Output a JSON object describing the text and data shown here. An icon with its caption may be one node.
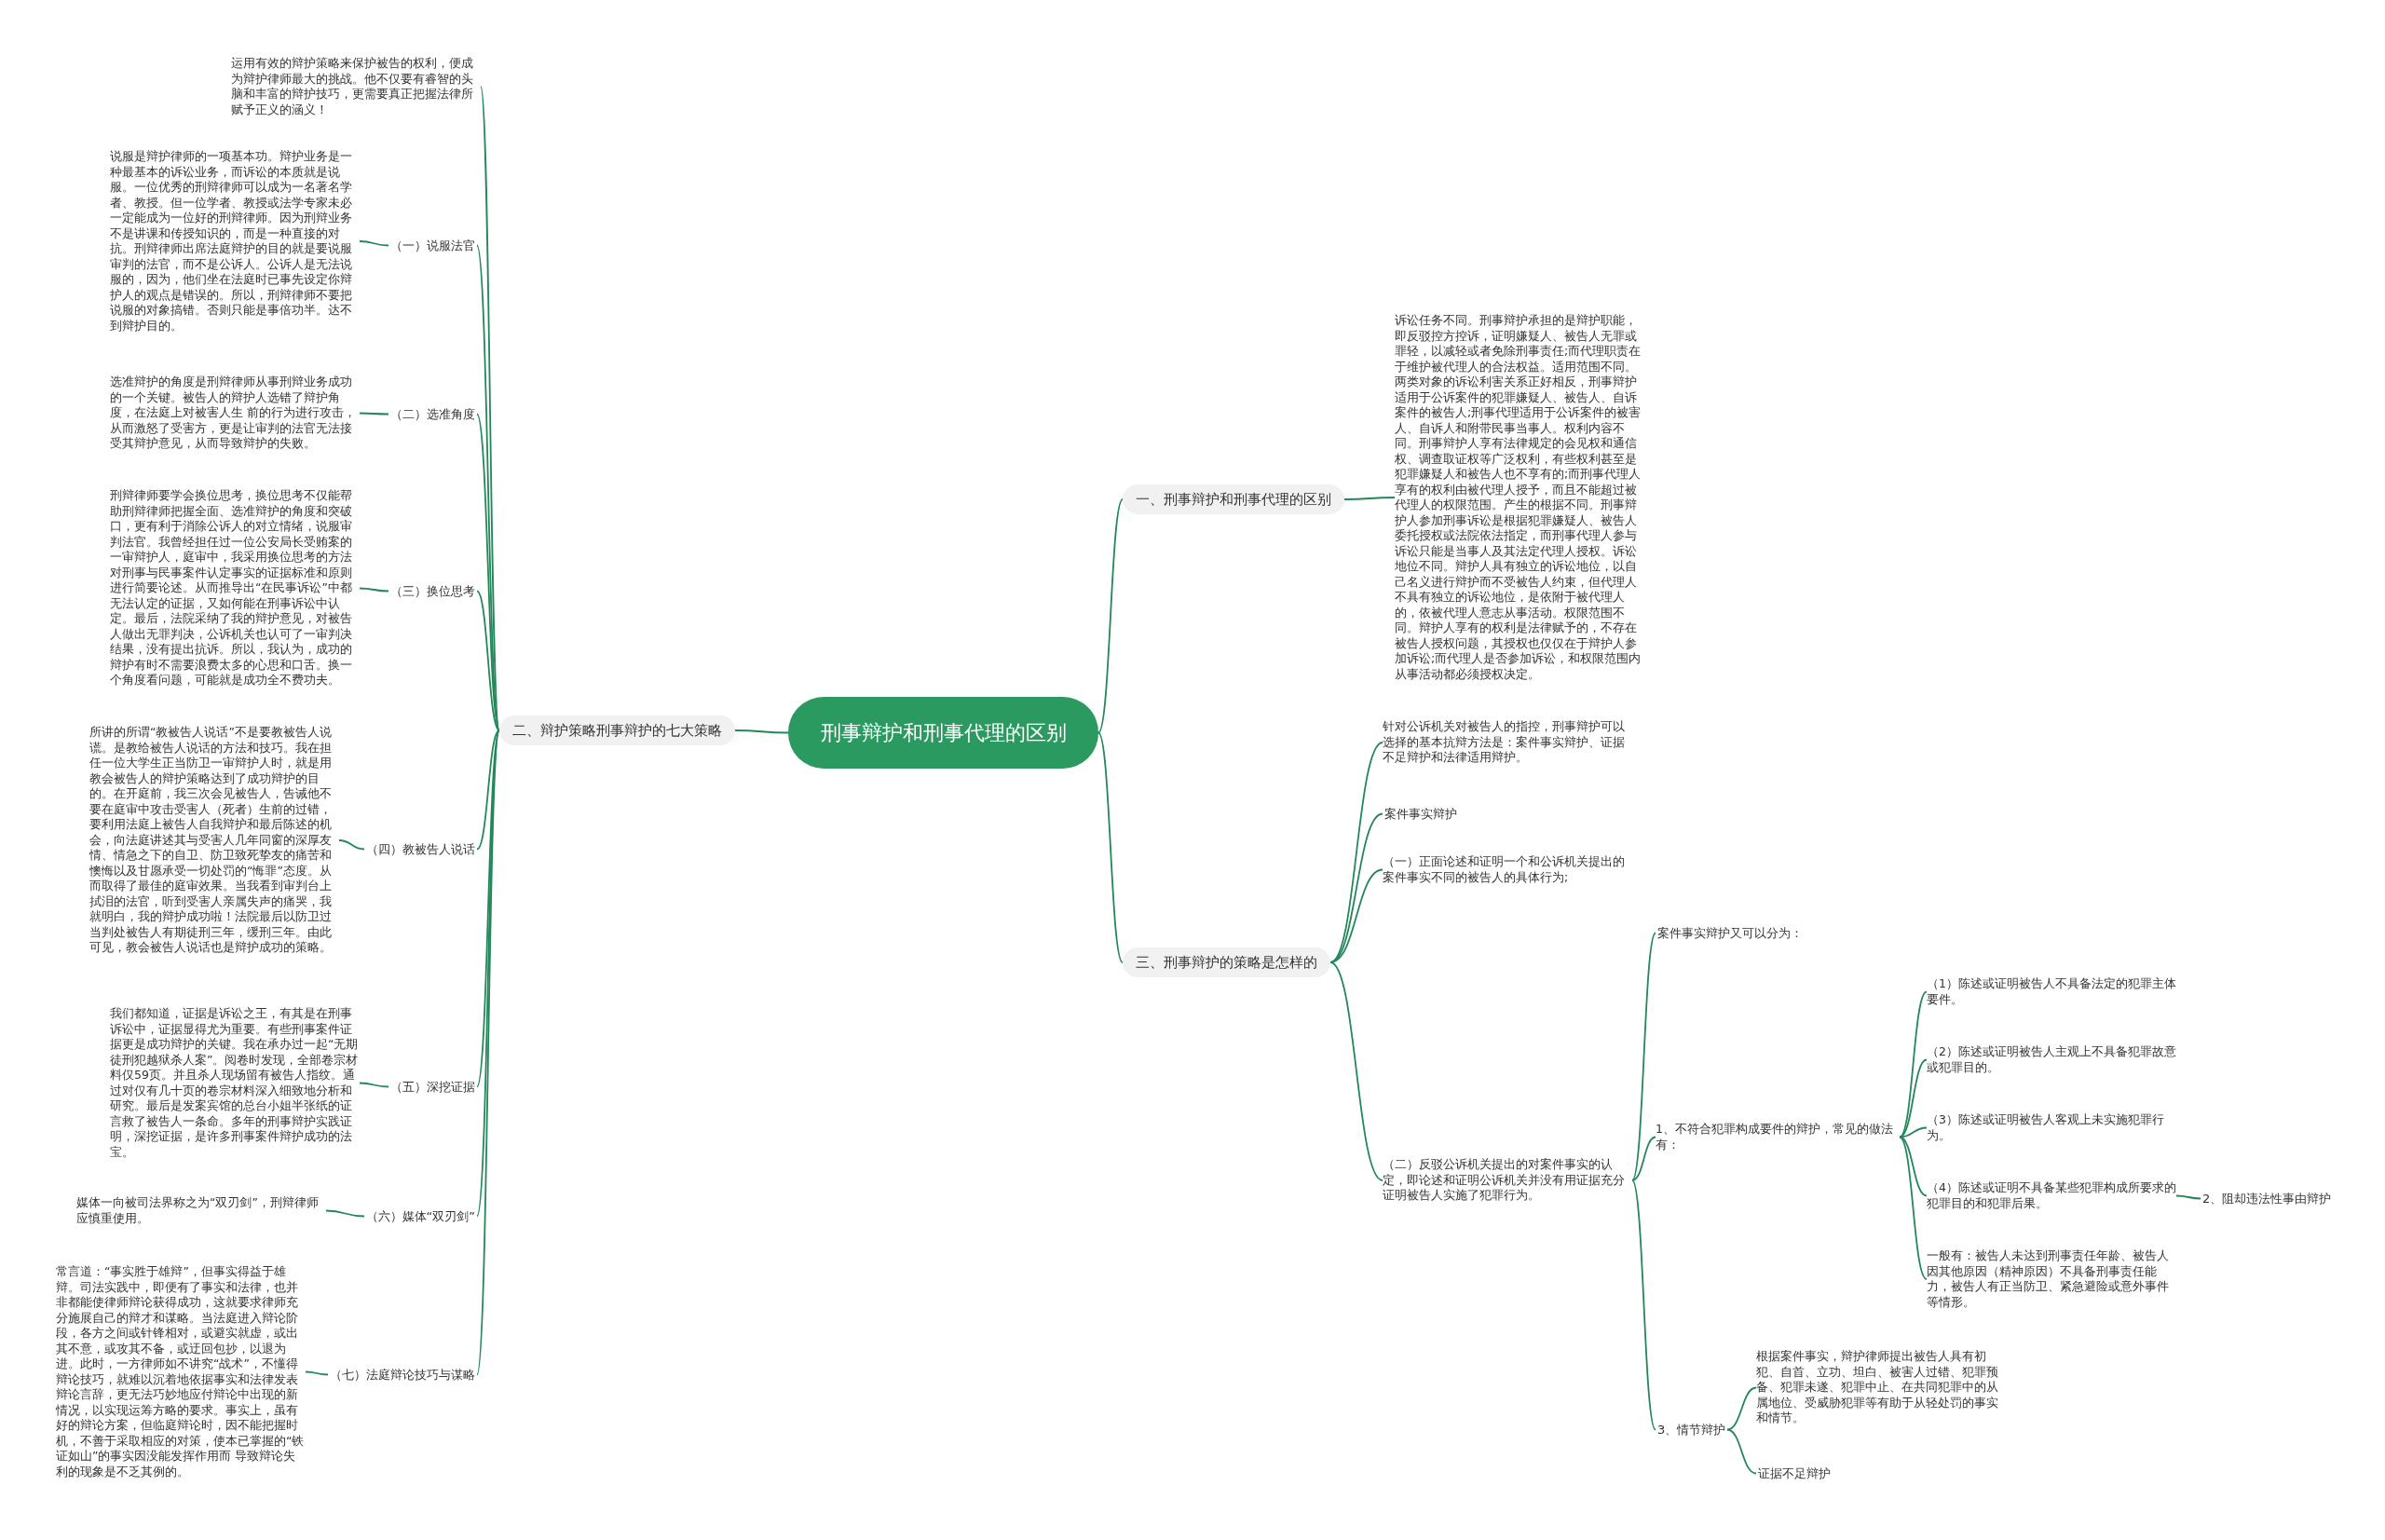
{
  "diagram": {
    "nodes": [
      {
        "text": [
          "刑事辩护和刑事代理的区别"
        ]
      },
      {
        "text": [
          "二、辩护策略刑事辩护的七大策略"
        ]
      },
      {
        "text": [
          "运用有效的辩护策略来保护被告的权利，便成为辩护律师最大的挑战。他不仅要有睿智的头脑和丰富的辩护技巧，更需要真正把握法律所赋予正义的涵义！"
        ]
      },
      {
        "text": [
          "（一）说服法官"
        ]
      },
      {
        "text": [
          "说服是辩护律师的一项基本功。辩护业务是一种最基本的诉讼业务，而诉讼的本质就是说服。一位优秀的刑辩律师可以成为一名著名学者、教授。但一位学者、教授或法学专家未必一定能成为一位好的刑辩律师。因为刑辩业务不是讲课和传授知识的，而是一种直接的对抗。刑辩律师出席法庭辩护的目的就是要说服审判的法官，而不是公诉人。公诉人是无法说服的，因为，他们坐在法庭时已事先设定你辩护人的观点是错误的。所以，刑辩律师不要把说服的对象搞错。否则只能是事倍功半。达不到辩护目的。"
        ]
      },
      {
        "text": [
          "（二）选准角度"
        ]
      },
      {
        "text": [
          "选准辩护的角度是刑辩律师从事刑辩业务成功的一个关键。被告人的辩护人选错了辩护角度，在法庭上对被害人生 前的行为进行攻击，从而激怒了受害方，更是让审判的法官无法接受其辩护意见，从而导致辩护的失败。"
        ]
      },
      {
        "text": [
          "（三）换位思考"
        ]
      },
      {
        "text": [
          "刑辩律师要学会换位思考，换位思考不仅能帮助刑辩律师把握全面、选准辩护的角度和突破口，更有利于消除公诉人的对立情绪，说服审判法官。我曾经担任过一位公安局长受贿案的一审辩护人，庭审中，我采用换位思考的方法对刑事与民事案件认定事实的证据标准和原则进行简要论述。从而推导出“在民事诉讼”中都无法认定的证据，又如何能在刑事诉讼中认定。最后，法院采纳了我的辩护意见，对被告人做出无罪判决，公诉机关也认可了一审判决结果，没有提出抗诉。所以，我认为，成功的辩护有时不需要浪费太多的心思和口舌。换一个角度看问题，可能就是成功全不费功夫。"
        ]
      },
      {
        "text": [
          "（四）教被告人说话"
        ]
      },
      {
        "text": [
          "所讲的所谓“教被告人说话”不是要教被告人说谎。是教给被告人说话的方法和技巧。我在担任一位大学生正当防卫一审辩护人时，就是用教会被告人的辩护策略达到了成功辩护的目的。在开庭前，我三次会见被告人，告诫他不要在庭审中攻击受害人（死者）生前的过错，要利用法庭上被告人自我辩护和最后陈述的机会，向法庭讲述其与受害人几年同窗的深厚友情、情急之下的自卫、防卫致死挚友的痛苦和懊悔以及甘愿承受一切处罚的“悔罪”态度。从而取得了最佳的庭审效果。当我看到审判台上拭泪的法官，听到受害人亲属失声的痛哭，我就明白，我的辩护成功啦！法院最后以防卫过当判处被告人有期徒刑三年，缓刑三年。由此可见，教会被告人说话也是辩护成功的策略。"
        ]
      },
      {
        "text": [
          "（五）深挖证据"
        ]
      },
      {
        "text": [
          "我们都知道，证据是诉讼之王，有其是在刑事诉讼中，证据显得尤为重要。有些刑事案件证据更是成功辩护的关键。我在承办过一起“无期徒刑犯越狱杀人案”。阅卷时发现，全部卷宗材料仅59页。并且杀人现场留有被告人指纹。通过对仅有几十页的卷宗材料深入细致地分析和研究。最后是发案宾馆的总台小姐半张纸的证言救了被告人一条命。多年的刑事辩护实践证明，深挖证据，是许多刑事案件辩护成功的法宝。"
        ]
      },
      {
        "text": [
          "（六）媒体“双刃剑”"
        ]
      },
      {
        "text": [
          "媒体一向被司法界称之为“双刃剑”，刑辩律师应慎重使用。"
        ]
      },
      {
        "text": [
          "（七）法庭辩论技巧与谋略"
        ]
      },
      {
        "text": [
          "常言道：“事实胜于雄辩”，但事实得益于雄辩。司法实践中，即便有了事实和法律，也并非都能使律师辩论获得成功，这就要求律师充分施展自己的辩才和谋略。当法庭进入辩论阶段，各方之间或针锋相对，或避实就虚，或出其不意，或攻其不备，或迂回包抄，以退为进。此时，一方律师如不讲究“战术”，不懂得辩论技巧，就难以沉着地依据事实和法律发表辩论言辞，更无法巧妙地应付辩论中出现的新情况，以实现运筹方略的要求。事实上，虽有好的辩论方案，但临庭辩论时，因不能把握时机，不善于采取相应的对策，使本已掌握的“铁证如山”的事实因没能发挥作用而 导致辩论失利的现象是不乏其例的。"
        ]
      },
      {
        "text": [
          "一、刑事辩护和刑事代理的区别"
        ]
      },
      {
        "text": [
          "诉讼任务不同。刑事辩护承担的是辩护职能，即反驳控方控诉，证明嫌疑人、被告人无罪或罪轻，以减轻或者免除刑事责任;而代理职责在于维护被代理人的合法权益。适用范围不同。两类对象的诉讼利害关系正好相反，刑事辩护适用于公诉案件的犯罪嫌疑人、被告人、自诉案件的被告人;刑事代理适用于公诉案件的被害人、自诉人和附带民事当事人。权利内容不同。刑事辩护人享有法律规定的会见权和通信权、调查取证权等广泛权利，有些权利甚至是犯罪嫌疑人和被告人也不享有的;而刑事代理人享有的权利由被代理人授予，而且不能超过被代理人的权限范围。产生的根据不同。刑事辩护人参加刑事诉讼是根据犯罪嫌疑人、被告人委托授权或法院依法指定，而刑事代理人参与诉讼只能是当事人及其法定代理人授权。诉讼地位不同。辩护人具有独立的诉讼地位，以自己名义进行辩护而不受被告人约束，但代理人不具有独立的诉讼地位，是依附于被代理人的，依被代理人意志从事活动。权限范围不同。辩护人享有的权利是法律赋予的，不存在被告人授权问题，其授权也仅仅在于辩护人参加诉讼;而代理人是否参加诉讼，和权限范围内从事活动都必须授权决定。"
        ]
      },
      {
        "text": [
          "三、刑事辩护的策略是怎样的"
        ]
      },
      {
        "text": [
          "针对公诉机关对被告人的指控，刑事辩护可以选择的基本抗辩方法是：案件事实辩护、证据不足辩护和法律适用辩护。"
        ]
      },
      {
        "text": [
          "案件事实辩护"
        ]
      },
      {
        "text": [
          "（一）正面论述和证明一个和公诉机关提出的案件事实不同的被告人的具体行为;"
        ]
      },
      {
        "text": [
          "（二）反驳公诉机关提出的对案件事实的认定，即论述和证明公诉机关并没有用证据充分证明被告人实施了犯罪行为。"
        ]
      },
      {
        "text": [
          "案件事实辩护又可以分为："
        ]
      },
      {
        "text": [
          "1、不符合犯罪构成要件的辩护，常见的做法有："
        ]
      },
      {
        "text": [
          "（1）陈述或证明被告人不具备法定的犯罪主体要件。"
        ]
      },
      {
        "text": [
          "（2）陈述或证明被告人主观上不具备犯罪故意或犯罪目的。"
        ]
      },
      {
        "text": [
          "（3）陈述或证明被告人客观上未实施犯罪行为。"
        ]
      },
      {
        "text": [
          "（4）陈述或证明不具备某些犯罪构成所要求的犯罪目的和犯罪后果。"
        ]
      },
      {
        "text": [
          "一般有：被告人未达到刑事责任年龄、被告人因其他原因（精神原因）不具备刑事责任能力，被告人有正当防卫、紧急避险或意外事件等情形。"
        ]
      },
      {
        "text": [
          "2、阻却违法性事由辩护"
        ]
      },
      {
        "text": [
          "3、情节辩护"
        ]
      },
      {
        "text": [
          "根据案件事实，辩护律师提出被告人具有初犯、自首、立功、坦白、被害人过错、犯罪预备、犯罪未遂、犯罪中止、在共同犯罪中的从属地位、受威胁犯罪等有助于从轻处罚的事实和情节。"
        ]
      },
      {
        "text": [
          "证据不足辩护"
        ]
      }
    ],
    "edges": [
      {
        "from": 0,
        "to": 1,
        "arrow": "none"
      },
      {
        "from": 1,
        "to": 2,
        "arrow": "none"
      },
      {
        "from": 1,
        "to": 3,
        "arrow": "none"
      },
      {
        "from": 3,
        "to": 4,
        "arrow": "none"
      },
      {
        "from": 1,
        "to": 5,
        "arrow": "none"
      },
      {
        "from": 5,
        "to": 6,
        "arrow": "none"
      },
      {
        "from": 1,
        "to": 7,
        "arrow": "none"
      },
      {
        "from": 7,
        "to": 8,
        "arrow": "none"
      },
      {
        "from": 1,
        "to": 9,
        "arrow": "none"
      },
      {
        "from": 9,
        "to": 10,
        "arrow": "none"
      },
      {
        "from": 1,
        "to": 11,
        "arrow": "none"
      },
      {
        "from": 11,
        "to": 12,
        "arrow": "none"
      },
      {
        "from": 1,
        "to": 13,
        "arrow": "none"
      },
      {
        "from": 13,
        "to": 14,
        "arrow": "none"
      },
      {
        "from": 1,
        "to": 15,
        "arrow": "none"
      },
      {
        "from": 15,
        "to": 16,
        "arrow": "none"
      },
      {
        "from": 0,
        "to": 17,
        "arrow": "none"
      },
      {
        "from": 17,
        "to": 18,
        "arrow": "none"
      },
      {
        "from": 0,
        "to": 19,
        "arrow": "none"
      },
      {
        "from": 19,
        "to": 20,
        "arrow": "none"
      },
      {
        "from": 19,
        "to": 21,
        "arrow": "none"
      },
      {
        "from": 19,
        "to": 22,
        "arrow": "none"
      },
      {
        "from": 19,
        "to": 23,
        "arrow": "none"
      },
      {
        "from": 23,
        "to": 24,
        "arrow": "none"
      },
      {
        "from": 23,
        "to": 25,
        "arrow": "none"
      },
      {
        "from": 25,
        "to": 26,
        "arrow": "none"
      },
      {
        "from": 25,
        "to": 27,
        "arrow": "none"
      },
      {
        "from": 25,
        "to": 28,
        "arrow": "none"
      },
      {
        "from": 25,
        "to": 29,
        "arrow": "none"
      },
      {
        "from": 25,
        "to": 30,
        "arrow": "none"
      },
      {
        "from": 29,
        "to": 31,
        "arrow": "none"
      },
      {
        "from": 23,
        "to": 32,
        "arrow": "none"
      },
      {
        "from": 32,
        "to": 33,
        "arrow": "none"
      },
      {
        "from": 32,
        "to": 34,
        "arrow": "none"
      }
    ]
  }
}
